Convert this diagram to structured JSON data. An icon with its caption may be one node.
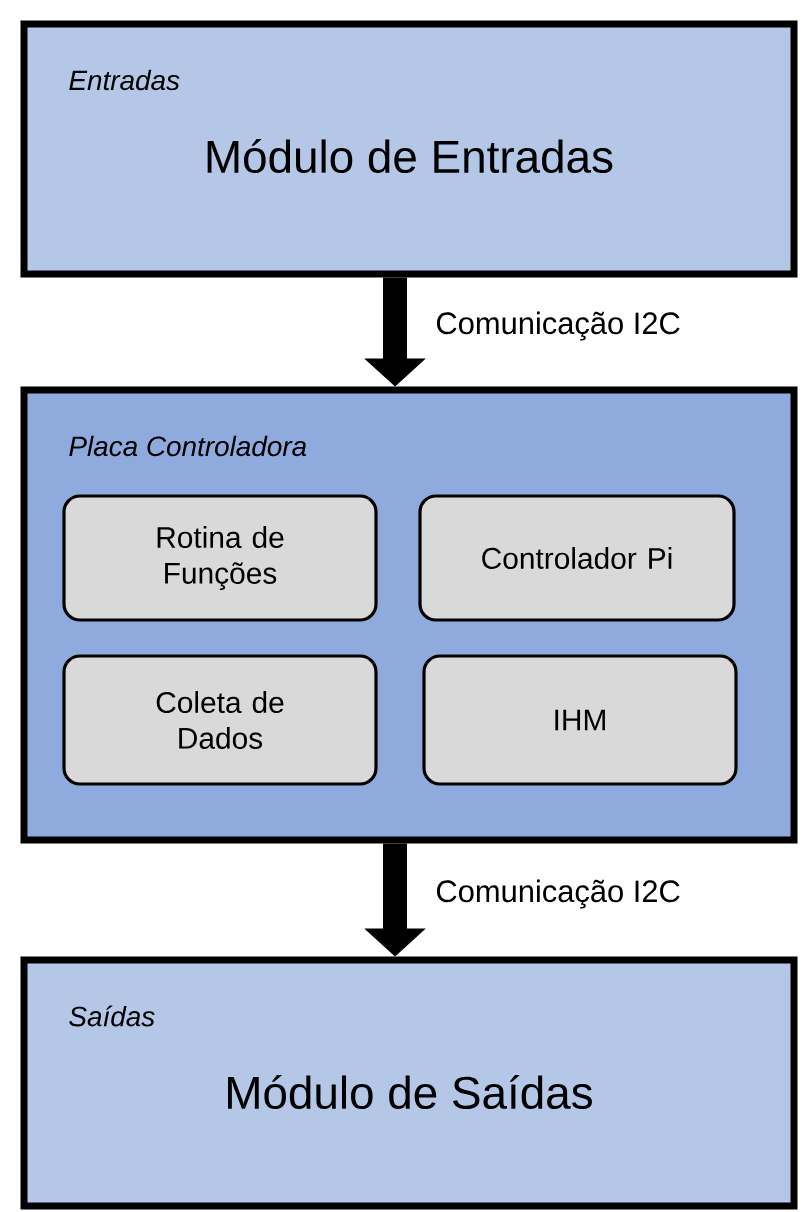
{
  "diagram": {
    "nodes": [
      {
        "text": [
          "Entradas",
          "Módulo de Entradas"
        ]
      },
      {
        "text": [
          "Placa Controladora"
        ]
      },
      {
        "text": [
          "Rotina de Funções"
        ],
        "in": 1
      },
      {
        "text": [
          "Controlador Pi"
        ],
        "in": 1
      },
      {
        "text": [
          "Coleta de Dados"
        ],
        "in": 1
      },
      {
        "text": [
          "IHM"
        ],
        "in": 1
      },
      {
        "text": [
          "Saídas",
          "Módulo de Saídas"
        ]
      }
    ],
    "edges": [
      {
        "from": 0,
        "to": 1,
        "arrow": "to",
        "label": "Comunicação I2C"
      },
      {
        "from": 1,
        "to": 6,
        "arrow": "to",
        "label": "Comunicação I2C"
      }
    ]
  }
}
